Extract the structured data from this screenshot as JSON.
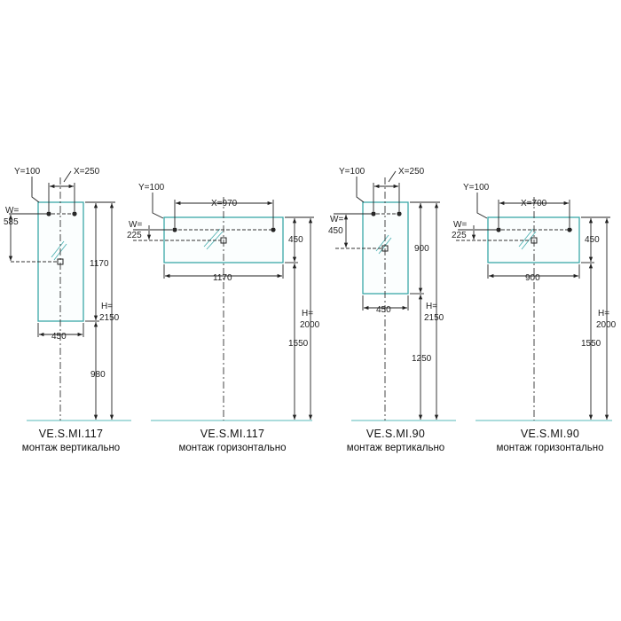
{
  "colors": {
    "mirror_outline": "#3aa7a8",
    "floor_line": "#8fd0d0",
    "ink": "#222222"
  },
  "diagrams": [
    {
      "model": "VE.S.MI.117",
      "mounting": "монтаж вертикально",
      "y": "Y=100",
      "x": "X=250",
      "w1": "W=",
      "w2": "585",
      "width": "450",
      "height_upper": "1170",
      "height_lower": "980",
      "total1": "H=",
      "total2": "2150"
    },
    {
      "model": "VE.S.MI.117",
      "mounting": "монтаж горизонтально",
      "y": "Y=100",
      "x": "X=970",
      "w1": "W=",
      "w2": "225",
      "width": "1170",
      "height_upper": "450",
      "height_lower": "1550",
      "total1": "H=",
      "total2": "2000"
    },
    {
      "model": "VE.S.MI.90",
      "mounting": "монтаж вертикально",
      "y": "Y=100",
      "x": "X=250",
      "w1": "W=",
      "w2": "450",
      "width": "450",
      "height_upper": "900",
      "height_lower": "1250",
      "total1": "H=",
      "total2": "2150"
    },
    {
      "model": "VE.S.MI.90",
      "mounting": "монтаж горизонтально",
      "y": "Y=100",
      "x": "X=700",
      "w1": "W=",
      "w2": "225",
      "width": "900",
      "height_upper": "450",
      "height_lower": "1550",
      "total1": "H=",
      "total2": "2000"
    }
  ]
}
